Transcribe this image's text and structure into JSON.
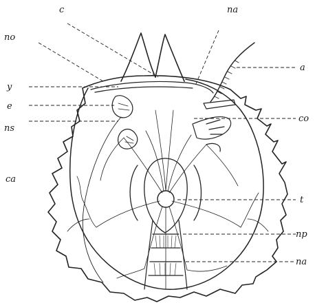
{
  "figure": {
    "labels": {
      "c": "c",
      "na_top": "na",
      "no": "no",
      "a": "a",
      "y": "y",
      "e": "e",
      "co": "co",
      "ns": "ns",
      "ca": "ca",
      "t": "t",
      "np": "np",
      "na_bottom": "na"
    }
  }
}
